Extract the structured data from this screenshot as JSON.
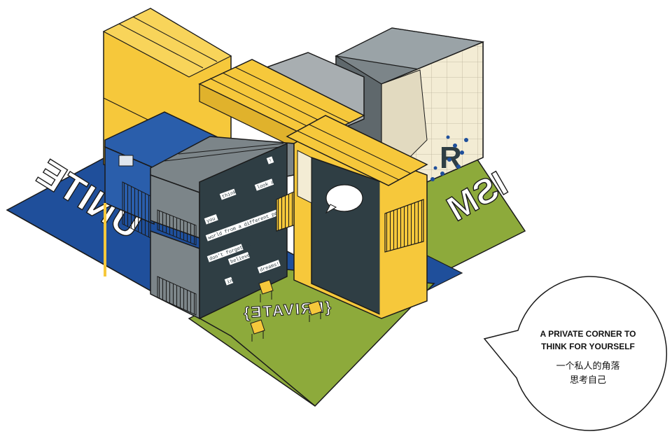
{
  "diagram": {
    "floor_words": {
      "left": "UNITE",
      "right": "ISM",
      "center": "{PRIVATE}",
      "wall_mark": "R"
    },
    "wall_phrases": [
      "think",
      "look at",
      "you",
      "world from a different perspective",
      "don't forget to",
      "believe",
      "in",
      "dreams!",
      "!"
    ],
    "callout": {
      "line1": "A PRIVATE CORNER TO",
      "line2": "THINK FOR YOURSELF",
      "line3": "一个私人的角落",
      "line4": "思考自己"
    },
    "colors": {
      "blue": "#1f4f9b",
      "green": "#8daa3b",
      "yellow": "#f6c83b",
      "gray": "#7c8589",
      "dark": "#2f3e44",
      "light_gray": "#a8aeb1",
      "cream": "#f3ecd4"
    }
  }
}
